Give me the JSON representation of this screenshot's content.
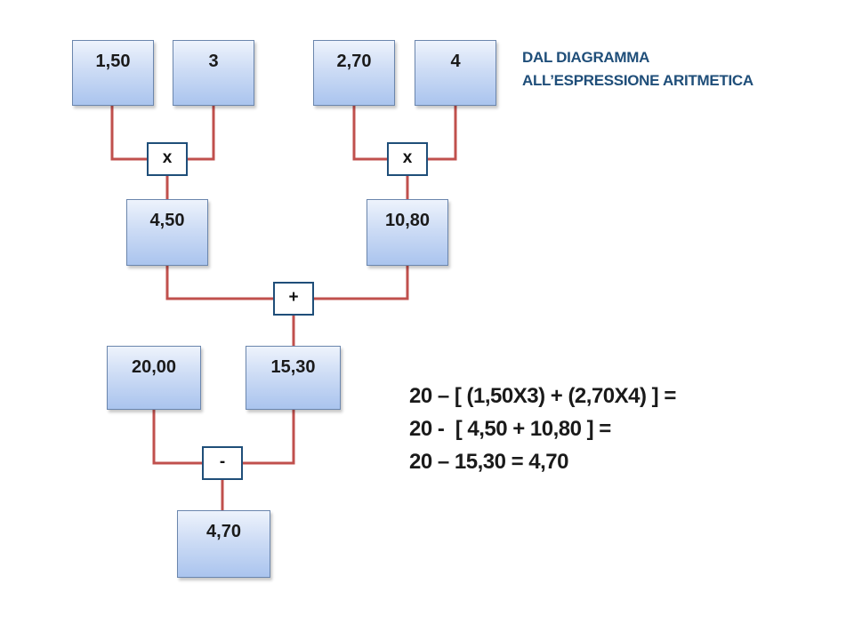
{
  "title": {
    "line1": "DAL DIAGRAMMA",
    "line2": "ALL’ESPRESSIONE  ARITMETICA"
  },
  "nodes": {
    "n150": "1,50",
    "n3": "3",
    "n270": "2,70",
    "n4": "4",
    "n450": "4,50",
    "n1080": "10,80",
    "n2000": "20,00",
    "n1530": "15,30",
    "n470": "4,70"
  },
  "operators": {
    "mul_left": "x",
    "mul_right": "x",
    "add": "+",
    "sub": "-"
  },
  "expression": {
    "line1": "20 – [ (1,50X3) + (2,70X4) ] =",
    "line2": "20 -  [ 4,50 + 10,80 ] =",
    "line3": "20 – 15,30 = 4,70"
  },
  "colors": {
    "connector": "#c0504d",
    "operator_border": "#1f4e79",
    "title_text": "#1f4e79",
    "node_fill": "#bcd0f2"
  }
}
